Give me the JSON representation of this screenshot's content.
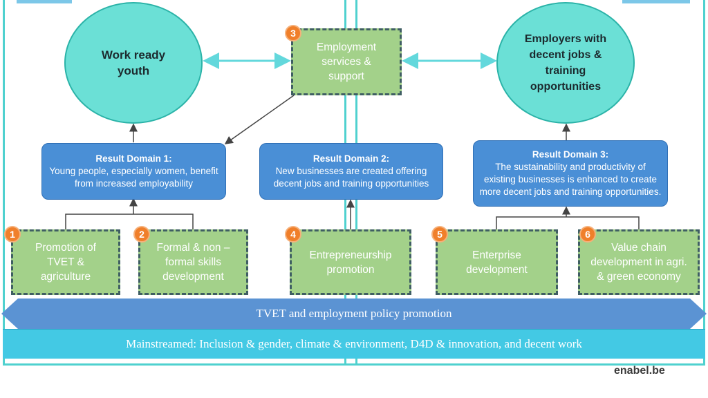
{
  "circles": {
    "supply": "Work ready youth",
    "demand": "Employers with decent jobs & training opportunities"
  },
  "result_domains": [
    {
      "title": "Result Domain 1:",
      "text": "Young people, especially women, benefit from increased employability"
    },
    {
      "title": "Result Domain 2:",
      "text": "New businesses are created offering decent jobs and training opportunities"
    },
    {
      "title": "Result Domain 3:",
      "text": "The sustainability and productivity of existing businesses is enhanced to create more decent jobs and training opportunities."
    }
  ],
  "interventions": [
    {
      "number": "1",
      "label": "Promotion of TVET & agriculture"
    },
    {
      "number": "2",
      "label": "Formal & non – formal skills development"
    },
    {
      "number": "3",
      "label": "Employment services & support"
    },
    {
      "number": "4",
      "label": "Entrepreneurship promotion"
    },
    {
      "number": "5",
      "label": "Enterprise development"
    },
    {
      "number": "6",
      "label": "Value chain development in agri. & green economy"
    }
  ],
  "banners": {
    "policy": "TVET and employment policy promotion",
    "mainstreamed": "Mainstreamed: Inclusion & gender, climate & environment, D4D & innovation, and decent work"
  },
  "footer": "enabel.be",
  "colors": {
    "circle": "#6be0d6",
    "result_box": "#4a8fd6",
    "intervention_box": "#a3d18a",
    "badge": "#f07f2a",
    "policy_banner": "#5b93d3",
    "mainstream_banner": "#43c9e4"
  }
}
